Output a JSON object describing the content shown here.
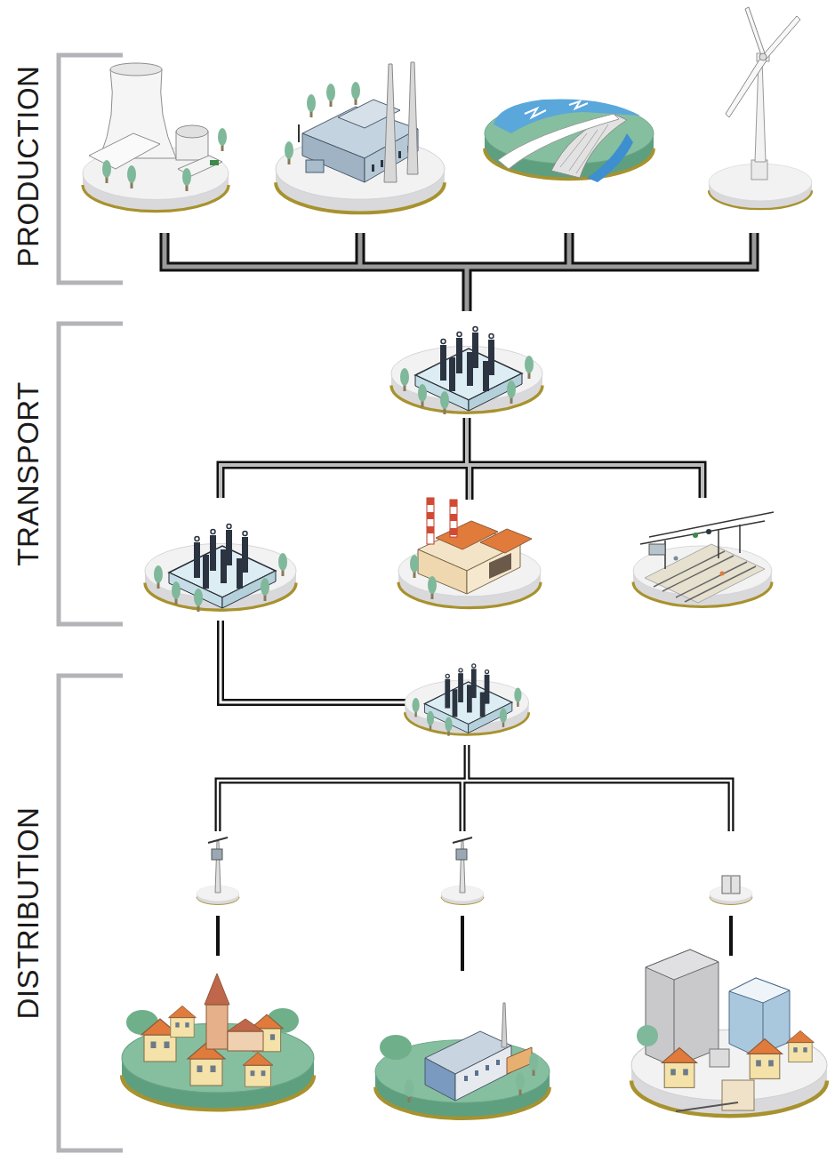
{
  "diagram": {
    "labels": [
      "PRODUCTION",
      "TRANSPORT",
      "DISTRIBUTION"
    ]
  }
}
